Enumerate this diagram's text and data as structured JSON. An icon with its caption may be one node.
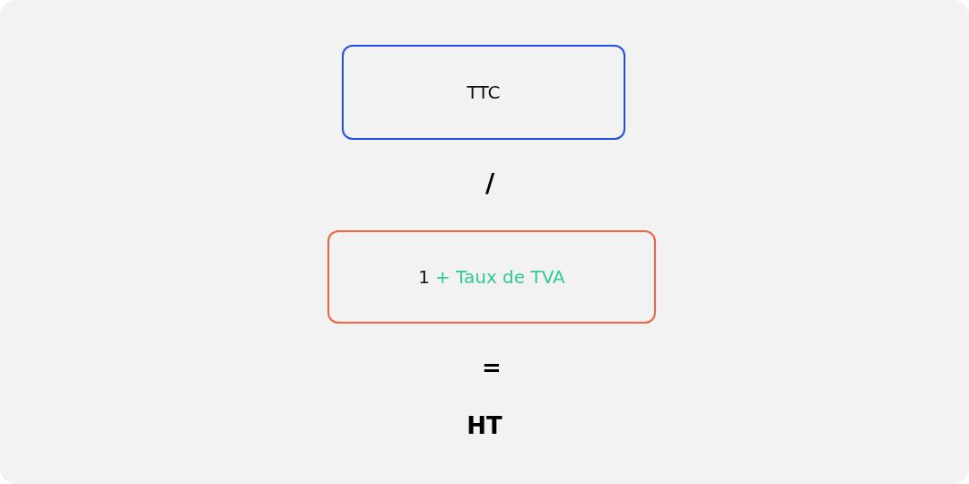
{
  "diagram": {
    "nodes": [
      {
        "text": [
          "TTC"
        ]
      },
      {
        "text": [
          "1",
          "+ Taux de TVA"
        ]
      }
    ],
    "edges": [],
    "labels": [
      "/",
      "=",
      "HT"
    ]
  }
}
